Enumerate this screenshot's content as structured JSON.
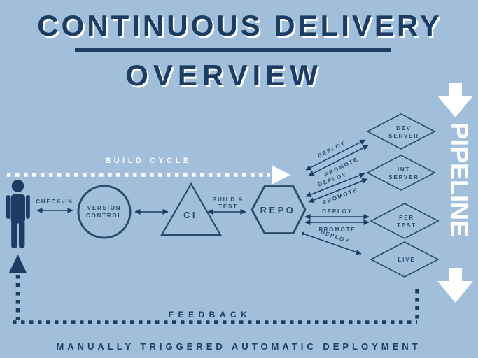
{
  "colors": {
    "background": "#a1bedb",
    "navy": "#1d3c63",
    "shape": "#2b4a6b",
    "white": "#ffffff"
  },
  "title": {
    "line1": "CONTINUOUS DELIVERY",
    "line2": "OVERVIEW"
  },
  "flow": {
    "build_cycle": "BUILD CYCLE",
    "check_in": "CHECK-IN",
    "version_control_line1": "VERSION",
    "version_control_line2": "CONTROL",
    "ci": "CI",
    "build_test_line1": "BUILD &",
    "build_test_line2": "TEST",
    "repo": "REPO",
    "deploy": "DEPLOY",
    "promote": "PROMOTE",
    "feedback": "FEEDBACK",
    "pipeline": "PIPELINE"
  },
  "targets": [
    {
      "line1": "DEV",
      "line2": "SERVER"
    },
    {
      "line1": "INT",
      "line2": "SERVER"
    },
    {
      "line1": "PER",
      "line2": "TEST"
    },
    {
      "line1": "LIVE",
      "line2": ""
    }
  ],
  "footer": {
    "caption": "MANUALLY TRIGGERED AUTOMATIC DEPLOYMENT"
  },
  "icons": {
    "person": "person-icon",
    "pipeline_arrows": "down-arrow-icon",
    "build_cycle_arrow": "right-arrow-icon",
    "feedback_arrow": "up-arrow-icon"
  }
}
